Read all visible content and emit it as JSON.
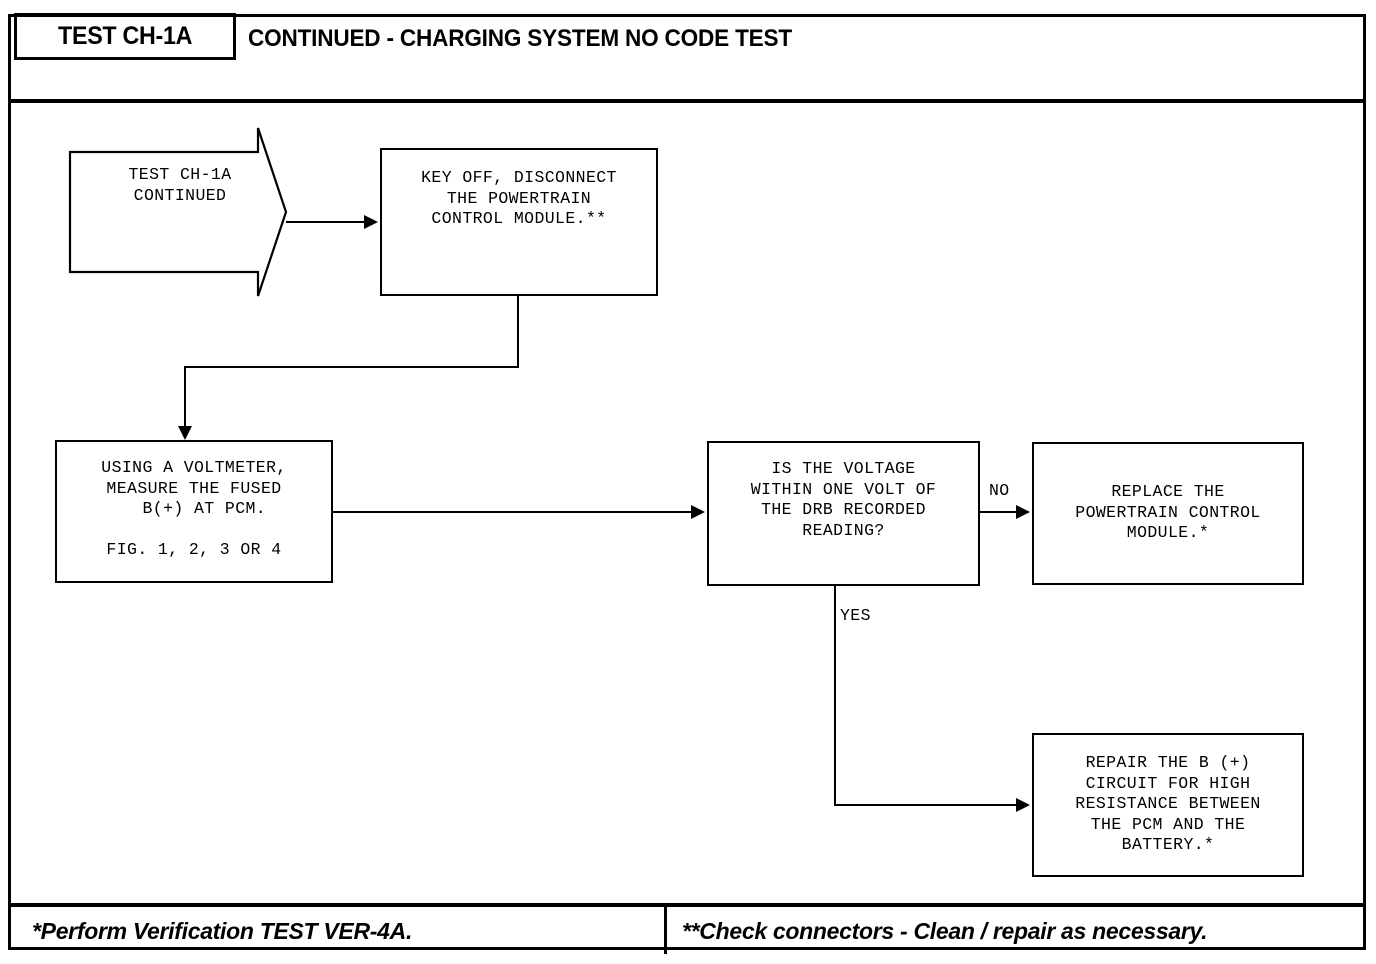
{
  "header": {
    "test_label": "TEST CH-1A",
    "title": "CONTINUED - CHARGING SYSTEM NO CODE TEST"
  },
  "footer": {
    "left_note": "*Perform Verification TEST VER-4A.",
    "right_note": "**Check connectors - Clean / repair as necessary."
  },
  "flowchart": {
    "start_arrow": {
      "label": "TEST CH-1A\nCONTINUED"
    },
    "nodes": {
      "key_off": "KEY OFF, DISCONNECT\nTHE POWERTRAIN\nCONTROL MODULE.**",
      "voltmeter": "USING A VOLTMETER,\nMEASURE THE FUSED\n  B(+) AT PCM.\n\nFIG. 1, 2, 3 OR 4",
      "decision": "IS THE VOLTAGE\nWITHIN ONE VOLT OF\nTHE DRB RECORDED\nREADING?",
      "replace": "REPLACE THE\nPOWERTRAIN CONTROL\nMODULE.*",
      "repair": "REPAIR THE B (+)\nCIRCUIT FOR HIGH\nRESISTANCE BETWEEN\nTHE PCM AND THE\nBATTERY.*"
    },
    "edges": {
      "no_label": "NO",
      "yes_label": "YES"
    }
  },
  "colors": {
    "ink": "#000000",
    "paper": "#ffffff"
  }
}
